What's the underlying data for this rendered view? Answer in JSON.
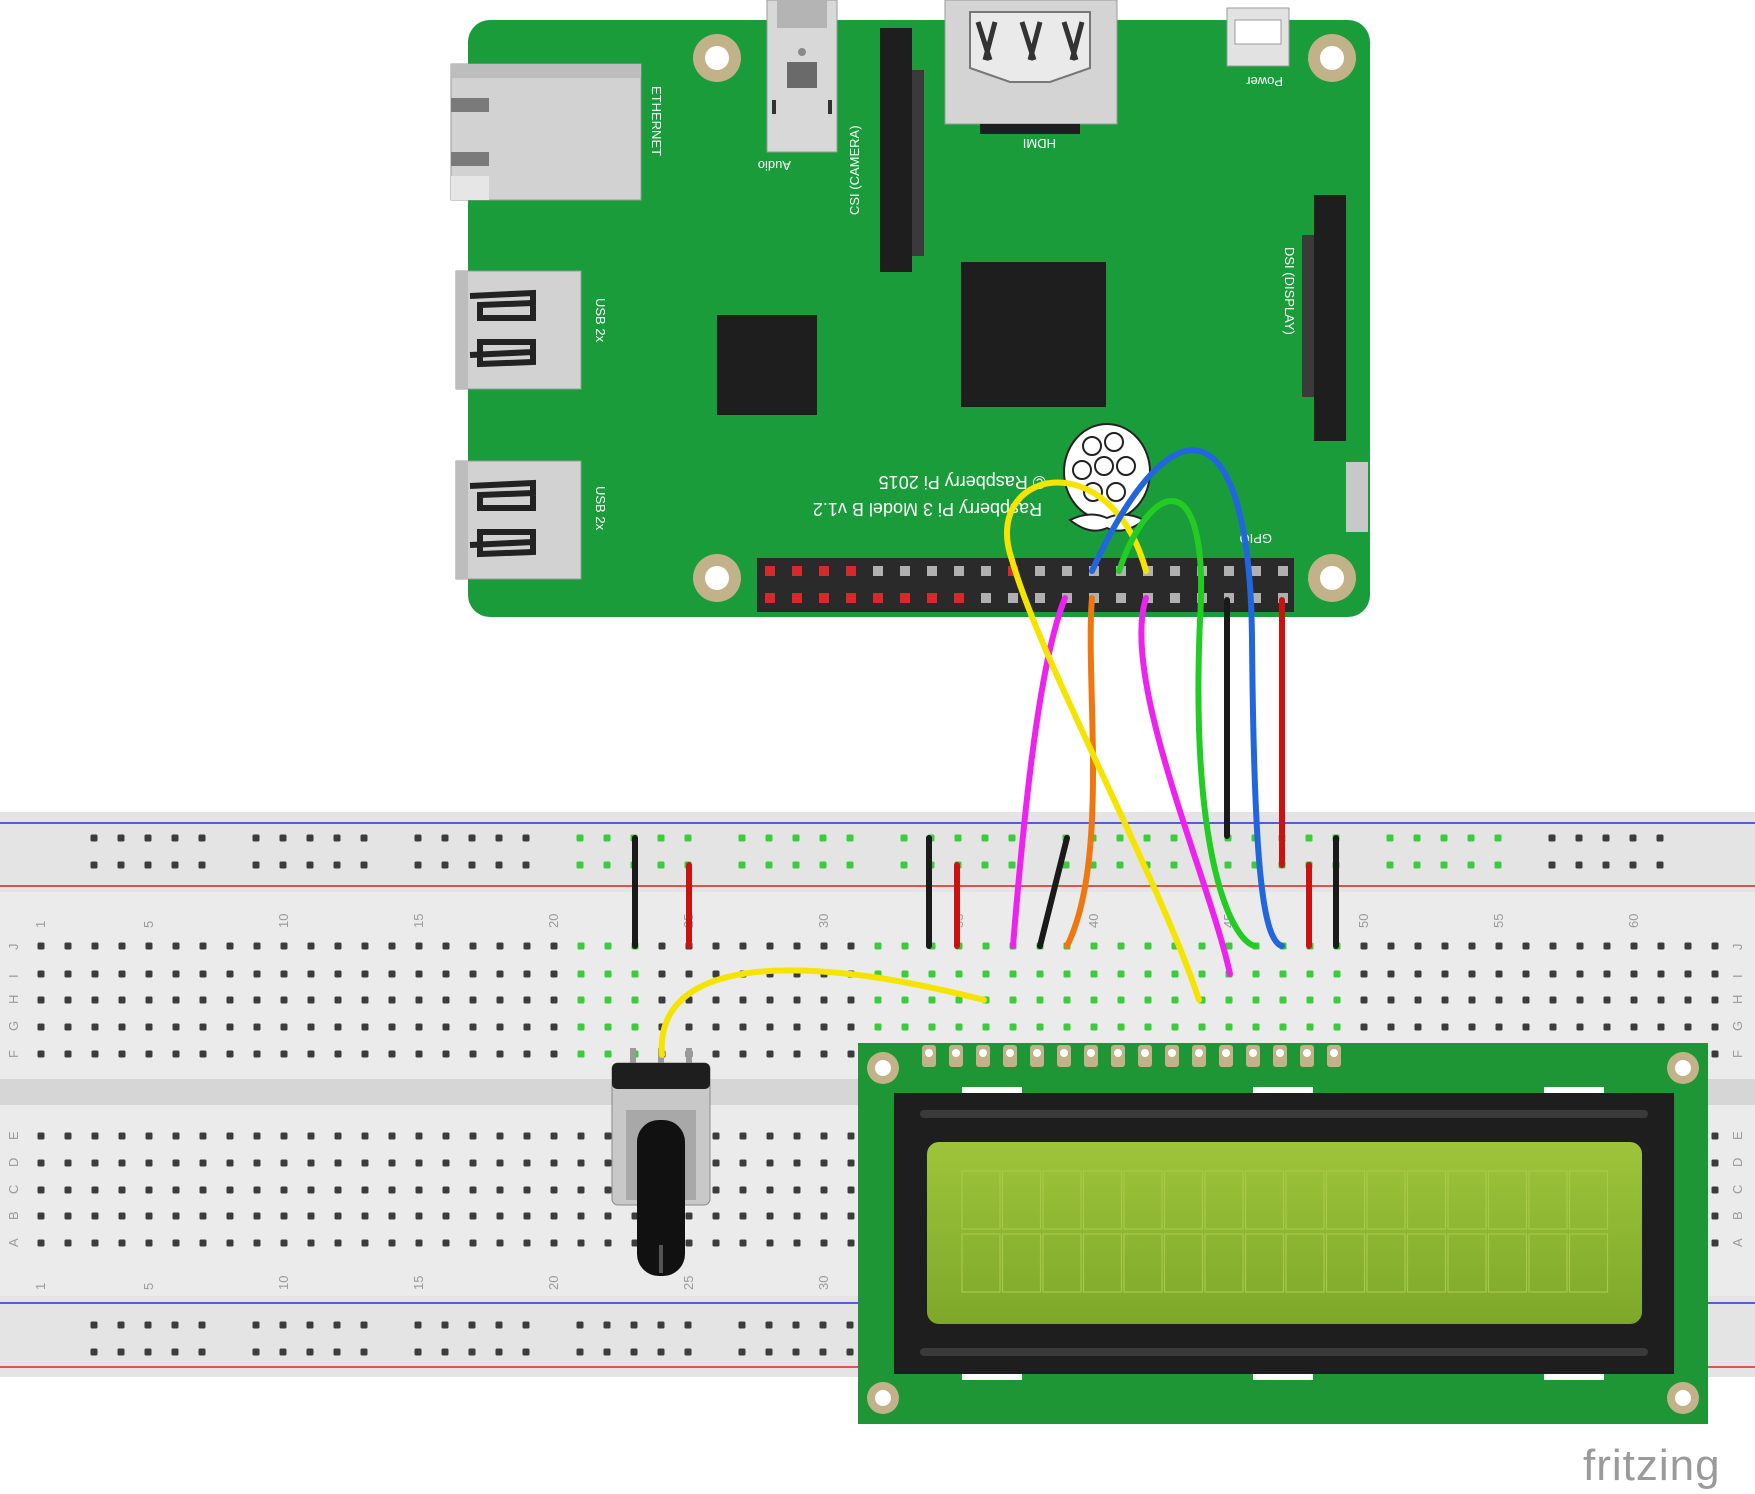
{
  "pi": {
    "labels": {
      "ethernet": "ETHERNET",
      "usb": "USB 2x",
      "audio": "Audio",
      "camera": "CSI (CAMERA)",
      "hdmi": "HDMI",
      "power": "Power",
      "display": "DSI (DISPLAY)",
      "gpio": "GPIO",
      "model_line1": "© Raspberry Pi 2015",
      "model_line2": "Raspberry Pi 3 Model B v1.2"
    },
    "colors": {
      "board": "#1a9c3b",
      "chip": "#1e1e1e",
      "pin_red": "#d42a2a",
      "pin_grey": "#b0b0b0"
    }
  },
  "breadboard": {
    "column_numbers": [
      "1",
      "5",
      "10",
      "15",
      "20",
      "25",
      "30",
      "35",
      "40",
      "45",
      "50",
      "55",
      "60"
    ],
    "top_row_letters": [
      "J",
      "I",
      "H",
      "G",
      "F"
    ],
    "bottom_row_letters": [
      "E",
      "D",
      "C",
      "B",
      "A"
    ],
    "colors": {
      "body": "#ebebeb",
      "hole": "#3c3c3c",
      "hole_active": "#3acc3a",
      "rail_blue": "#2233cc",
      "rail_red": "#dd2222"
    }
  },
  "wires": [
    {
      "name": "yellow",
      "color": "#f5e400"
    },
    {
      "name": "magenta-1",
      "color": "#ee22ee"
    },
    {
      "name": "orange",
      "color": "#ee7711"
    },
    {
      "name": "magenta-2",
      "color": "#ee22ee"
    },
    {
      "name": "green",
      "color": "#22cc22"
    },
    {
      "name": "blue",
      "color": "#2266dd"
    },
    {
      "name": "black",
      "color": "#1a1a1a"
    },
    {
      "name": "red",
      "color": "#cc1111"
    },
    {
      "name": "potentiometer-wiper",
      "color": "#f5e400"
    }
  ],
  "lcd": {
    "colors": {
      "pcb": "#1e9636",
      "bezel": "#1e1e1e",
      "glass": "#8cb432"
    }
  },
  "potentiometer": {
    "colors": {
      "body": "#c8c8c8",
      "knob": "#111111"
    }
  },
  "watermark": {
    "text": "fritzing"
  }
}
